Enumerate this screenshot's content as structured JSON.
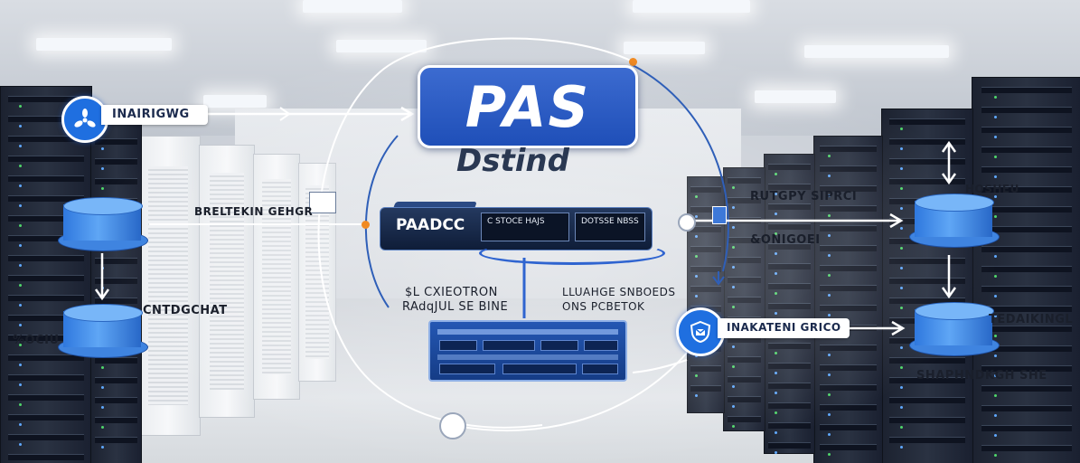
{
  "colors": {
    "accent": "#1f4fb8",
    "node_blue": "#3f84e0",
    "line_white": "#ffffff",
    "line_blue": "#2f5fb8",
    "orange": "#f08a22"
  },
  "center": {
    "title": "PAS",
    "subtitle": "Dstind",
    "device": {
      "label": "PAADCC",
      "panel_left": "C STOCE HAJS",
      "panel_right": "DOTSSE NBSS"
    },
    "left_caption": [
      "$L CXIEOTRON",
      "RAdqJUL SE BINE"
    ],
    "right_caption": [
      "LLUAHGE SNBOEDS",
      "ONS PCBETOK"
    ]
  },
  "left": {
    "top_label": "INAIRIGWG",
    "mid_label": "BRELTEKIN GEHGR",
    "lower_label": "CNTDGCHAT",
    "bottom_label": "%OCIU"
  },
  "right": {
    "top_label": "RUTGPY SIPRCI",
    "top_sublabel": "&ONIGOEI",
    "db_top_label": "HOSHEU",
    "mid_label": "INAKATENI GRICO",
    "db_bottom_label": "TEDAIKINGL",
    "bottom_label": "SHAPHNDKGH SHE"
  },
  "icons": [
    "fan-icon",
    "database-icon",
    "shield-mail-icon"
  ]
}
